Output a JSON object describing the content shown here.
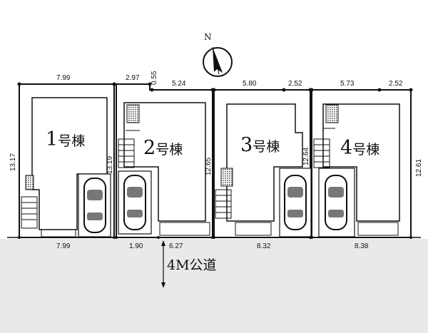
{
  "compass": {
    "north_label": "N"
  },
  "road": {
    "label": "4M公道"
  },
  "lots": [
    {
      "number": "1",
      "suffix": "号棟"
    },
    {
      "number": "2",
      "suffix": "号棟"
    },
    {
      "number": "3",
      "suffix": "号棟"
    },
    {
      "number": "4",
      "suffix": "号棟"
    }
  ],
  "dimensions": {
    "top": [
      "7.99",
      "2.97",
      "0.55",
      "5.24",
      "5.80",
      "2.52",
      "5.73",
      "2.52"
    ],
    "bottom": [
      "7.99",
      "1.90",
      "6.27",
      "8.32",
      "8.38"
    ],
    "depth": [
      "13.17",
      "13.19",
      "12.65",
      "12.64",
      "12.61"
    ]
  }
}
